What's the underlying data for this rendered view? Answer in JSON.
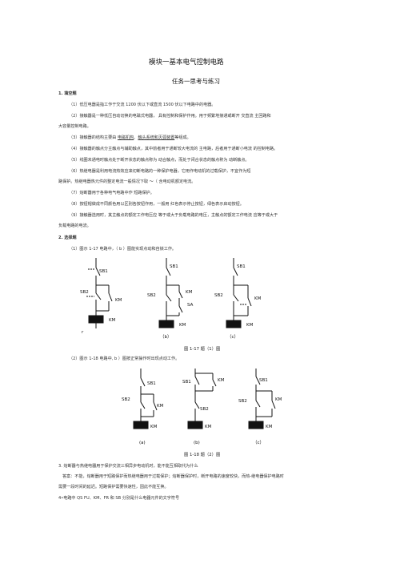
{
  "doc": {
    "title": "模块一基本电气控制电路",
    "subtitle": "任务一思考与练习",
    "sec1": "1.  填空题",
    "fill": [
      {
        "n": "（1）",
        "t": "低压电器是指工作于交流 1200 伏以下或直流 1500 伏以下电路中的电器。"
      },
      {
        "n": "（2）",
        "t": "接触器是一种低压自动切换的电磁式电器，        具有控制和保护作用。用于频繁地接通或断开 交直流 主回路和"
      },
      {
        "c": "大容量控制电路。"
      },
      {
        "n": "（3）",
        "a": "接触器的结构主要由 ",
        "u1": "电磁机构",
        "b": "、",
        "u2": "触头系统和灭弧装置",
        "c2": "等组成。"
      },
      {
        "n": "（4）",
        "t": "接触器的触点分主触点与辅助触点，其中前者用于通断较大电流的 主电路，后者用于通断小电流 的控制电路。"
      },
      {
        "n": "（5）",
        "t": "线圈未通电时触点处于断开状态的触点称为          动合触点，而处于闭合状态的触点称为              动断触点。"
      },
      {
        "n": "（6）",
        "t": "热继电器是利用电流热效应来切断电路的一种保护电器，它用作电动机的过载保护，不宜作为短"
      },
      {
        "c": "路保护。热继电器热元件的整定电流一般情况下取              ～（ 含电动机额定电流。"
      },
      {
        "n": "（7）",
        "t": "熔断器用于各种电气电路中作 短路保护。"
      },
      {
        "n": "（8）",
        "t": "按钮帽做成不同颜色用以区别各按钮作用，一般用          红色表示停止按钮，绿色表示启动按钮。"
      },
      {
        "n": "（9）",
        "t": "接触器选用时，其主触点的额定工作电压应 等于或大于负载电路的电压，主触点的额定工作电流 应等于或大于"
      },
      {
        "c": "负载电路的电流。"
      }
    ],
    "sec2": "2.  选择题",
    "q1": "（1）图示 1-17 电路中，（ b ）图能实现点动和自锁工作。",
    "q2": "（2）图示 1-18 电路中,          b ）图按正常操作时出现点动工作。",
    "fig17": {
      "caption": "图 1-17 题（1）图",
      "sub": [
        "（b）",
        "（c）"
      ],
      "left_mark": "r",
      "labels": {
        "sb1": "SB1",
        "sb2": "SB2",
        "km": "KM",
        "sa": "SA"
      }
    },
    "fig18": {
      "caption": "图 1-18 题（2）图",
      "sub": [
        "(a)",
        "(b)",
        "（c）"
      ]
    },
    "q3": "3.  熔断器与热继电器用于保护交流三相异步电动机时，能不能互相取代为什么",
    "q3_answer1": "答案：不能，熔断器用于短路保护而热继电器用于过载保护；熔断器保护时，断开电路的速度较快，而热-继电器保护电路时",
    "q3_answer2": "需要一段时间的延迟。短路保护需要快速性，因此不能互换。",
    "q4": "4•电路中 QS FU、KM、FR 和 SB 分别是什么电器元件的文字符号"
  }
}
